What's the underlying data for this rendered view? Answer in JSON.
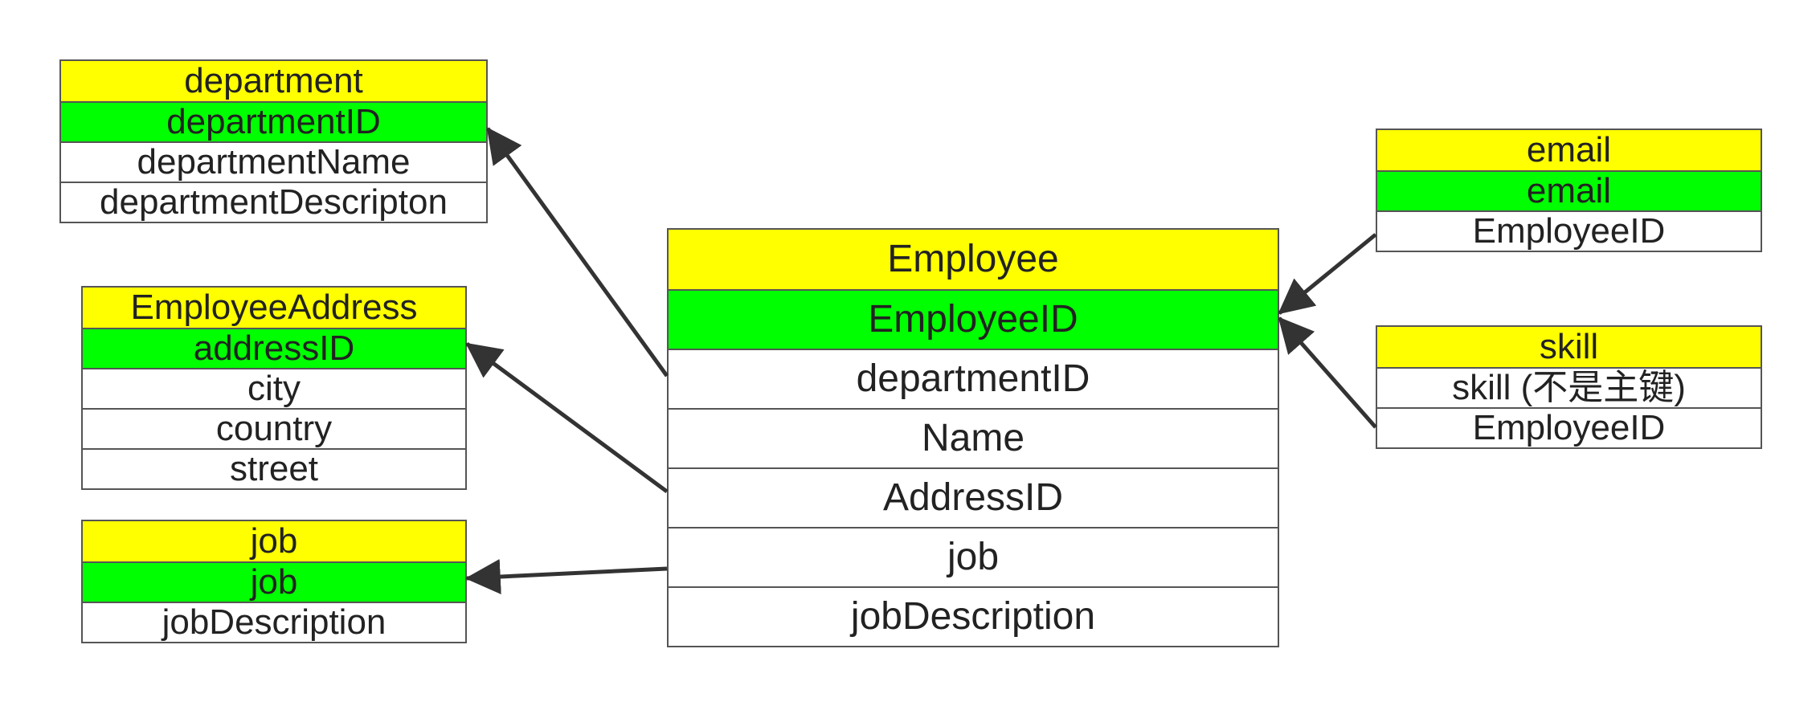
{
  "entities": {
    "department": {
      "title": "department",
      "pk": "departmentID",
      "attrs": [
        "departmentName",
        "departmentDescripton"
      ]
    },
    "employee_address": {
      "title": "EmployeeAddress",
      "pk": "addressID",
      "attrs": [
        "city",
        "country",
        "street"
      ]
    },
    "job": {
      "title": "job",
      "pk": "job",
      "attrs": [
        "jobDescription"
      ]
    },
    "employee": {
      "title": "Employee",
      "pk": "EmployeeID",
      "attrs": [
        "departmentID",
        "Name",
        "AddressID",
        "job",
        "jobDescription"
      ]
    },
    "email": {
      "title": "email",
      "pk": "email",
      "attrs": [
        "EmployeeID"
      ]
    },
    "skill": {
      "title": "skill",
      "attrs": [
        "skill (不是主键)",
        "EmployeeID"
      ]
    }
  },
  "colors": {
    "title_bg": "#ffff00",
    "primary_key_bg": "#00ff00",
    "attribute_bg": "#ffffff",
    "border": "#555555",
    "arrow": "#333333"
  }
}
